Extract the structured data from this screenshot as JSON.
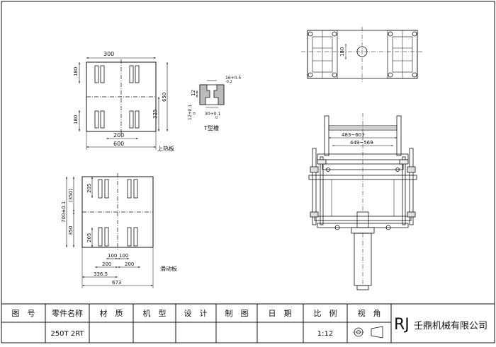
{
  "top_plate": {
    "dim_width_top": "300",
    "dim_height_upper": "180",
    "dim_height_lower": "180",
    "dim_total_height": "650",
    "dim_half_height": "325",
    "dim_slot_pitch": "200",
    "dim_total_width": "600",
    "label": "上热板"
  },
  "t_slot": {
    "dim_top_width": "16+0.5",
    "dim_top_width_tol": "-0.2",
    "dim_depth": "12",
    "dim_neck": "12+0.1",
    "dim_neck_tol": "0",
    "dim_bottom_width": "30+0.1",
    "dim_bottom_width_tol": "0",
    "label": "T型槽"
  },
  "slide_plate": {
    "dim_upper_total": "(350)",
    "dim_upper_slot": "205",
    "dim_total_height": "700±0.1",
    "dim_lower_total": "350",
    "dim_lower_slot": "205",
    "dim_inner_left": "100",
    "dim_inner_right": "100",
    "dim_pitch_left": "200",
    "dim_pitch_right": "200",
    "dim_offset": "336.5",
    "dim_total_width": "673",
    "label": "滑动板"
  },
  "machine_top_view": {
    "dim_center": "180"
  },
  "machine_front_view": {
    "dim_outer": "483~603",
    "dim_inner": "449~569"
  },
  "title_block": {
    "headers": [
      "图　号",
      "零件名称",
      "材　质",
      "机　型",
      "设　计",
      "制　图",
      "日　期",
      "比　例",
      "视　角"
    ],
    "values": [
      "",
      "250T 2RT",
      "",
      "",
      "",
      "",
      "",
      "1:12",
      ""
    ],
    "logo_text": "RJ",
    "company": "壬鼎机械有限公司"
  }
}
